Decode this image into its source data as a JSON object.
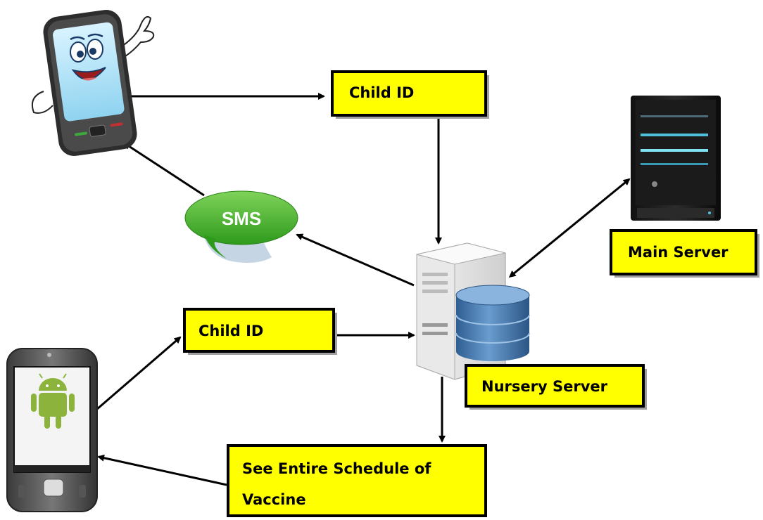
{
  "boxes": {
    "child_id_top": "Child ID",
    "child_id_bottom": "Child ID",
    "main_server": "Main Server",
    "nursery_server": "Nursery Server",
    "schedule_line1": "See Entire Schedule of",
    "schedule_line2": "Vaccine"
  },
  "sms": {
    "label": "SMS"
  },
  "colors": {
    "box_fill": "#ffff00",
    "box_border": "#000000",
    "arrow": "#000000",
    "sms_bubble": "#3fae2a",
    "android_green": "#8cb43c",
    "database_blue": "#4a7db3"
  },
  "icons": {
    "cartoon_phone": "smiling-phone-icon",
    "android_phone": "android-phone-icon",
    "main_server": "tower-server-icon",
    "nursery_server": "server-database-icon",
    "sms": "sms-bubble-icon"
  }
}
